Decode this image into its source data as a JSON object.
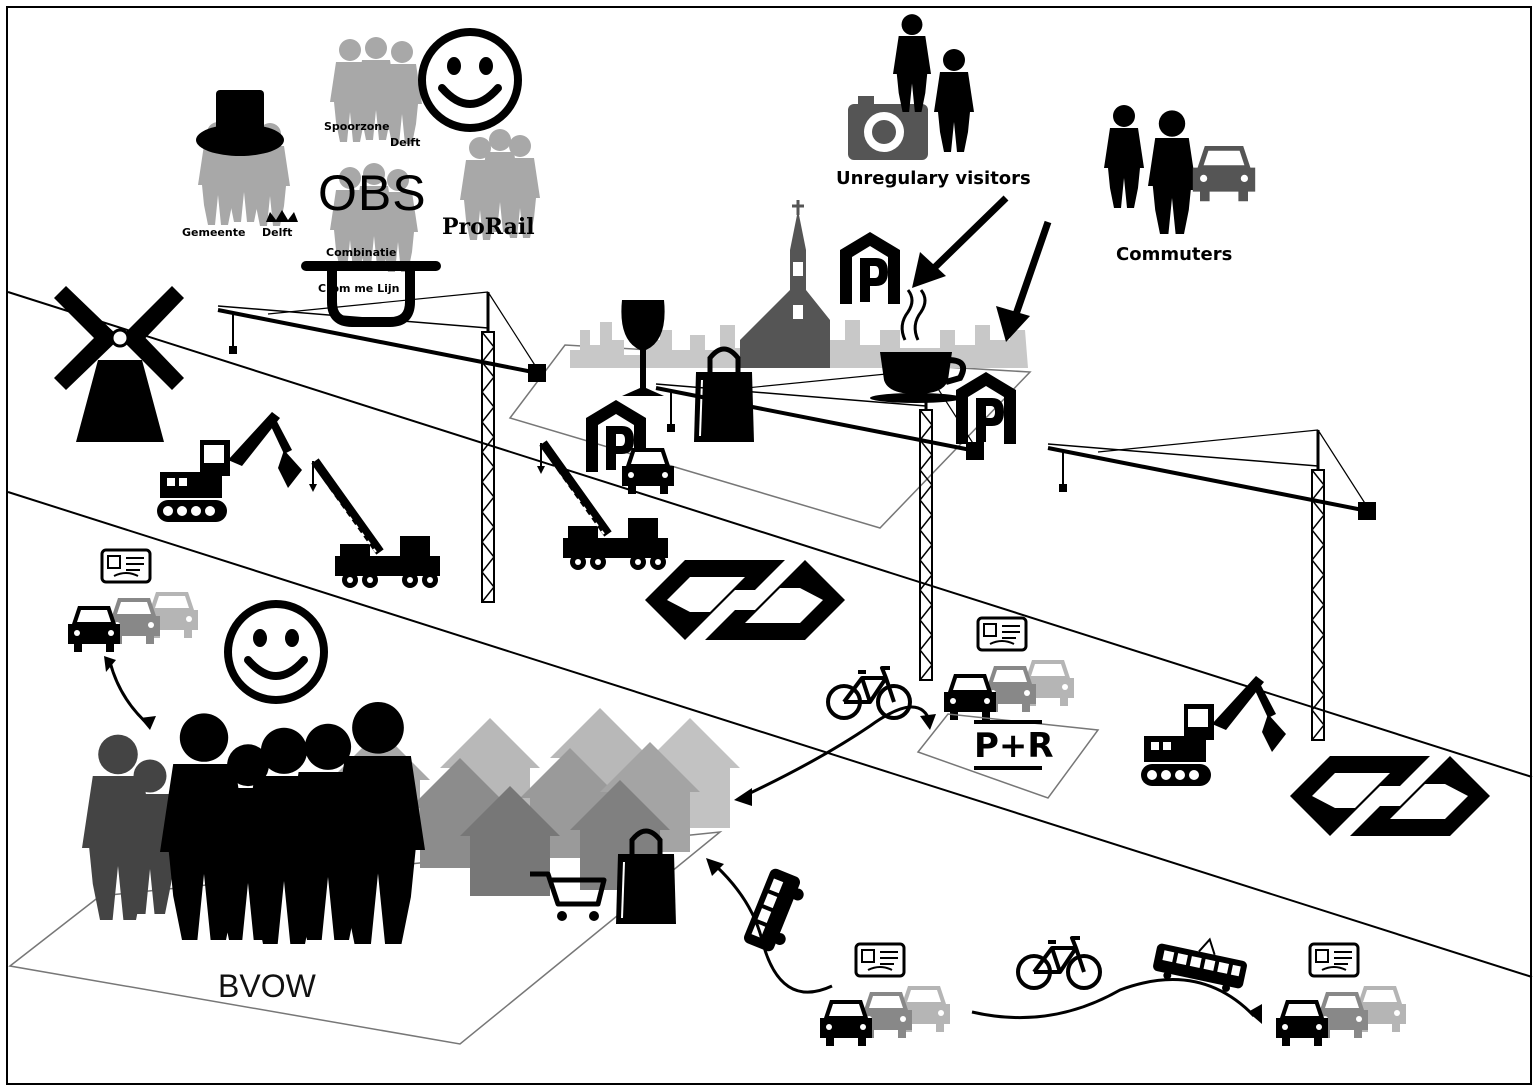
{
  "labels": {
    "gemeente": "Gemeente",
    "delft_gemeente": "Delft",
    "spoorzone": "Spoorzone",
    "delft_spoorzone": "Delft",
    "obs": "OBS",
    "combinatie": "Combinatie",
    "crommelijn": "Crom me Lijn",
    "prorail": "ProRail",
    "unregulary_visitors": "Unregulary visitors",
    "commuters": "Commuters",
    "bvow": "BVOW",
    "park_and_ride": "P+R",
    "parking": "P"
  },
  "colors": {
    "black": "#000000",
    "dark_grey": "#555555",
    "mid_grey": "#8a8a8a",
    "light_grey": "#b5b5b5",
    "skyline_grey": "#c8c8c8"
  },
  "icons": [
    "windmill-icon",
    "top-hat-icon",
    "smiley-icon",
    "camera-icon",
    "church-icon",
    "wine-glass-icon",
    "coffee-cup-icon",
    "shopping-bag-icon",
    "shopping-cart-icon",
    "parking-icon",
    "tower-crane-icon",
    "mobile-crane-icon",
    "excavator-icon",
    "ns-logo-icon",
    "car-icon",
    "bicycle-icon",
    "bus-icon",
    "tram-icon",
    "id-card-icon",
    "houses-icon",
    "people-icon"
  ]
}
